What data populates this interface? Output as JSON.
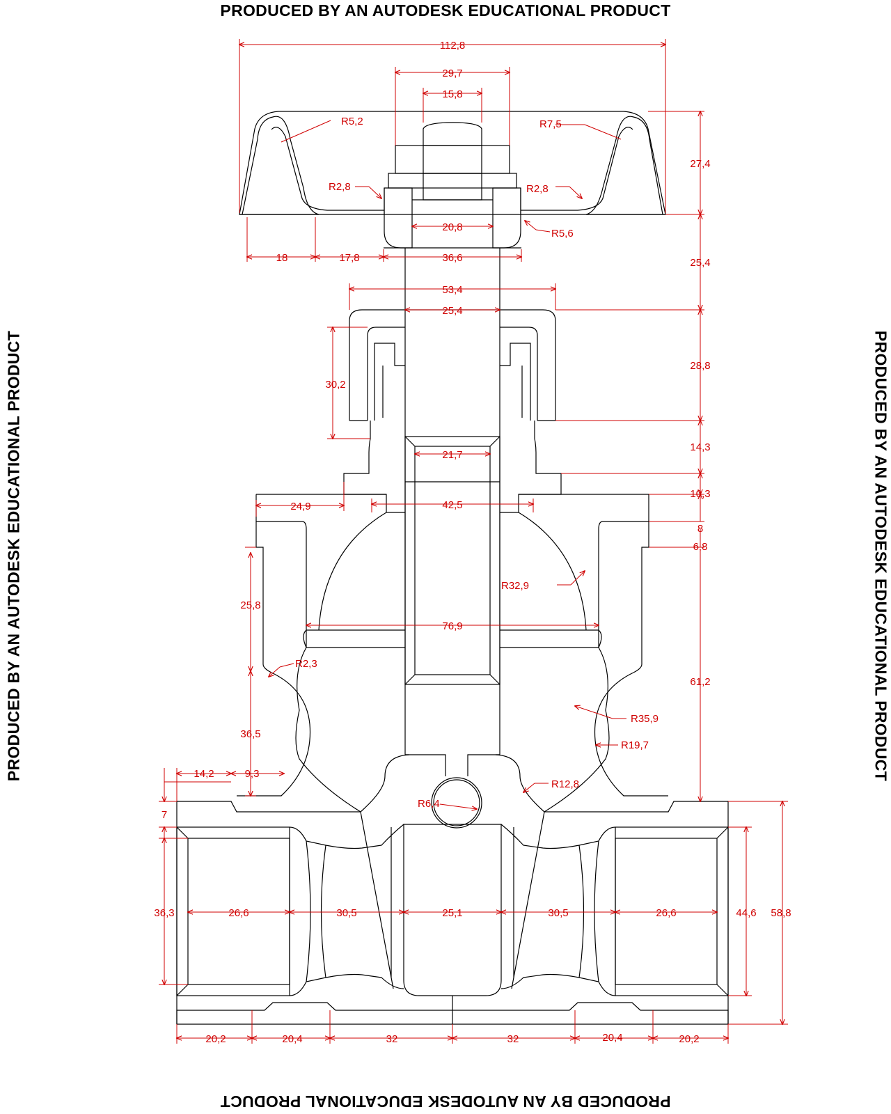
{
  "watermark": {
    "top": "PRODUCED BY AN AUTODESK EDUCATIONAL PRODUCT",
    "bottom": "PRODUCED BY AN AUTODESK EDUCATIONAL PRODUCT",
    "left": "PRODUCED BY AN AUTODESK EDUCATIONAL PRODUCT",
    "right": "PRODUCED BY AN AUTODESK EDUCATIONAL PRODUCT"
  },
  "colors": {
    "outline": "#000000",
    "dimension": "#d00000"
  },
  "dimensions": {
    "handwheel_width": "112,8",
    "nut_outer": "29,7",
    "nut_inner": "15,8",
    "r_wheel_left": "R5,2",
    "r_wheel_right": "R7,5",
    "r_hub_left": "R2,8",
    "r_hub_right": "R2,8",
    "hub_bore": "20,8",
    "r_hub_lower": "R5,6",
    "wheel_offset_a": "18",
    "wheel_offset_b": "17,8",
    "hub_width": "36,6",
    "wheel_height": "27,4",
    "stem_upper_height": "25,4",
    "bonnet_width": "53,4",
    "stem_width": "25,4",
    "cap_height": "30,2",
    "bonnet_height": "28,8",
    "neck_height": "14,3",
    "gate_width": "21,7",
    "step_height": "10,3",
    "flange_offset": "24,9",
    "dome_base": "42,5",
    "flange_height": "8",
    "body_step": "6,8",
    "r_dome": "R32,9",
    "body_upper_height": "25,8",
    "dome_width": "76,9",
    "r_neck": "R2,3",
    "body_lower_height": "61,2",
    "body_waist": "36,5",
    "r_waist_outer": "R35,9",
    "r_waist_inner": "R19,7",
    "r_seat": "R12,8",
    "r_pin": "R6,4",
    "port_step": "14,2",
    "waist_step": "9,3",
    "port_lip": "7",
    "port_bore_height": "36,3",
    "thread_left": "26,6",
    "passage_left": "30,5",
    "gate_seat": "25,1",
    "passage_right": "30,5",
    "thread_right": "26,6",
    "inner_height": "44,6",
    "outer_height": "58,8",
    "base_a": "20,2",
    "base_b": "20,4",
    "base_c": "32",
    "base_d": "32",
    "base_e": "20,4",
    "base_f": "20,2"
  }
}
